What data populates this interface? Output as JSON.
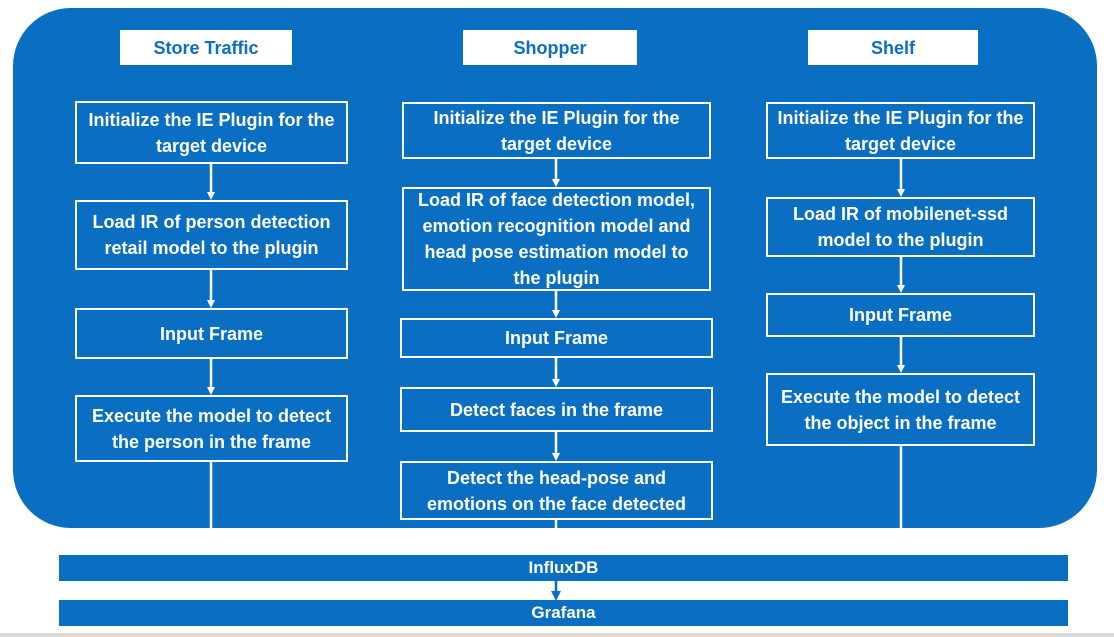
{
  "columns": [
    {
      "header": "Store Traffic",
      "steps": [
        "Initialize the IE Plugin for the target device",
        "Load IR of person detection retail model to the plugin",
        "Input Frame",
        "Execute the model to detect the person in the frame"
      ]
    },
    {
      "header": "Shopper",
      "steps": [
        "Initialize the IE Plugin for the target device",
        "Load IR of face detection model, emotion recognition model and head pose estimation model to the plugin",
        "Input Frame",
        "Detect faces in the frame",
        "Detect the head-pose and emotions on the face detected"
      ]
    },
    {
      "header": "Shelf",
      "steps": [
        "Initialize the IE Plugin for the target device",
        "Load IR of mobilenet-ssd model to the plugin",
        "Input Frame",
        "Execute the model to detect the object in the frame"
      ]
    }
  ],
  "sinks": {
    "influxdb": "InfluxDB",
    "grafana": "Grafana"
  },
  "colors": {
    "primary": "#0a6fc2",
    "foreground": "#ffffff"
  }
}
